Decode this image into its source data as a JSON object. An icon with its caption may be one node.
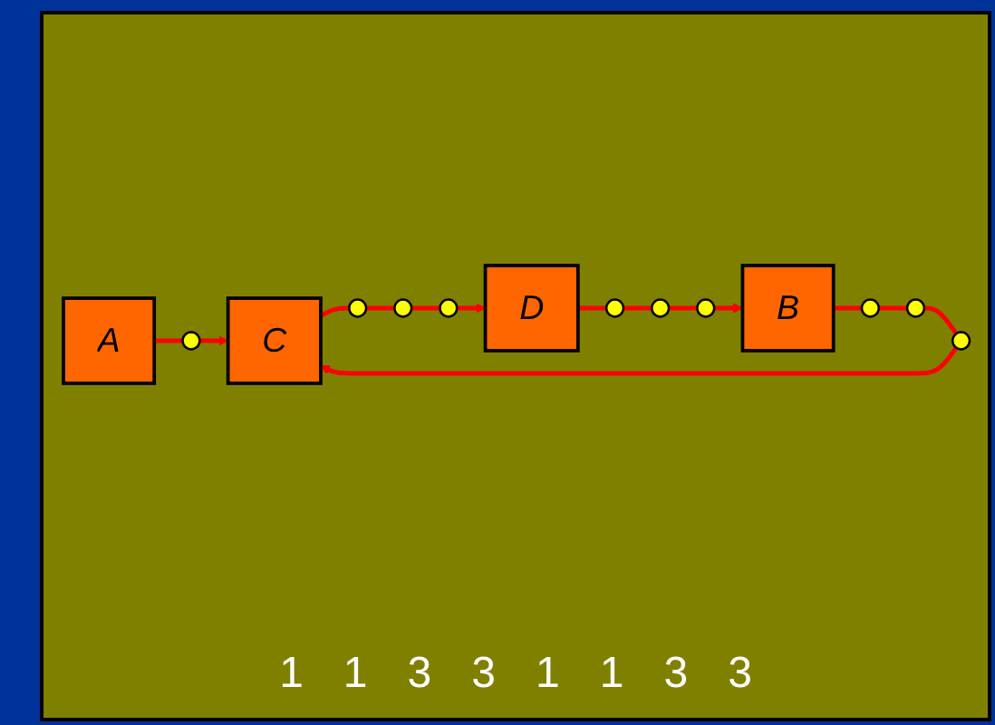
{
  "diagram": {
    "nodes": [
      {
        "text": [
          "A"
        ]
      },
      {
        "text": [
          "C"
        ]
      },
      {
        "text": [
          "B"
        ]
      },
      {
        "text": [
          "D"
        ]
      },
      {
        "text": [],
        "shape": "circle"
      },
      {
        "text": [],
        "shape": "circle"
      },
      {
        "text": [],
        "shape": "circle"
      },
      {
        "text": [],
        "shape": "circle"
      },
      {
        "text": [],
        "shape": "circle"
      },
      {
        "text": [],
        "shape": "circle"
      },
      {
        "text": [],
        "shape": "circle"
      },
      {
        "text": [],
        "shape": "circle"
      },
      {
        "text": [],
        "shape": "circle"
      },
      {
        "text": [],
        "shape": "circle"
      }
    ],
    "edges": [
      {
        "from": 0,
        "to": 4,
        "arrow": "none"
      },
      {
        "from": 4,
        "to": 1,
        "arrow": "to"
      },
      {
        "from": 2,
        "to": 5,
        "arrow": "none"
      },
      {
        "from": 5,
        "to": 6,
        "arrow": "none"
      },
      {
        "from": 6,
        "to": 7,
        "arrow": "none"
      },
      {
        "from": 7,
        "to": 1,
        "arrow": "to"
      },
      {
        "from": 1,
        "to": 8,
        "arrow": "none"
      },
      {
        "from": 8,
        "to": 9,
        "arrow": "none"
      },
      {
        "from": 9,
        "to": 10,
        "arrow": "none"
      },
      {
        "from": 10,
        "to": 3,
        "arrow": "to"
      },
      {
        "from": 3,
        "to": 13,
        "arrow": "none"
      },
      {
        "from": 13,
        "to": 12,
        "arrow": "none"
      },
      {
        "from": 12,
        "to": 11,
        "arrow": "none"
      },
      {
        "from": 11,
        "to": 2,
        "arrow": "to"
      }
    ],
    "labels": [
      "1",
      "1",
      "3",
      "3",
      "1",
      "1",
      "3",
      "3"
    ]
  }
}
